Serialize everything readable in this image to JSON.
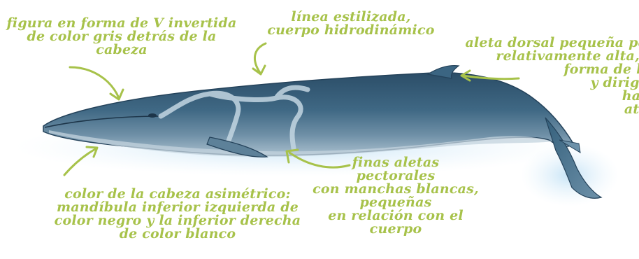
{
  "annotations": {
    "v_shape": "figura en forma de V invertida\nde color gris detrás de la\ncabeza",
    "streamlined": "línea estilizada,\ncuerpo hidrodinámico",
    "dorsal_fin": "aleta dorsal pequeña pero\nrelativamente alta, en\nforma de hoz\ny dirigida\nhacia\natrás",
    "head_color": "color de la cabeza asimétrico:\nmandíbula inferior izquierda de\ncolor negro y la inferior derecha\nde color blanco",
    "pectoral_fins": "finas aletas\npectorales\ncon manchas blancas,\npequeñas\nen relación con el\ncuerpo"
  },
  "colors": {
    "annotation": "#a7c24a",
    "whale_back": "#345a75",
    "whale_belly": "#7d9cb2",
    "pattern": "#b9cfdc",
    "water": "#cfe6f6"
  },
  "icons": {
    "whale": "fin-whale-illustration",
    "arrows": "curved-pointer-arrow"
  }
}
